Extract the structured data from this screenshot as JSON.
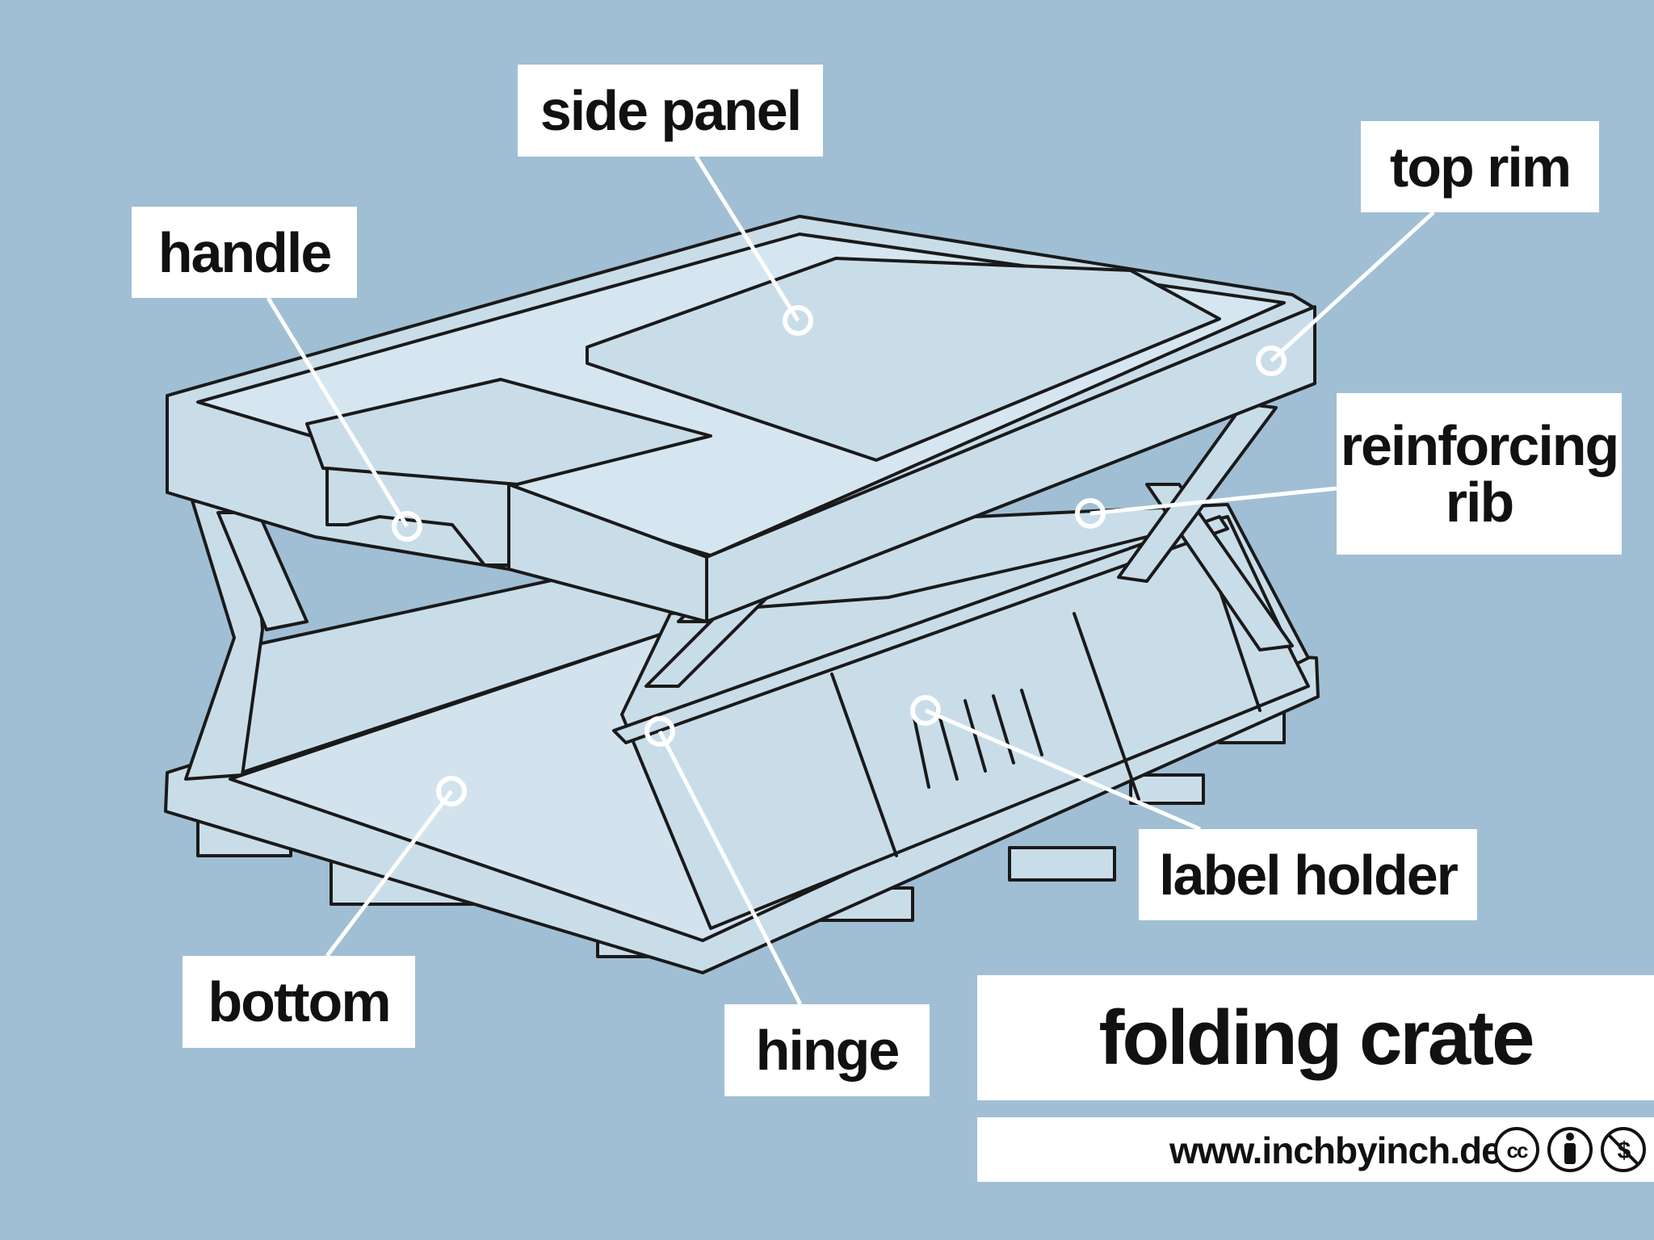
{
  "diagram": {
    "title": "folding crate",
    "website": "www.inchbyinch.de",
    "license_icons": [
      "cc-icon",
      "by-attribution-icon",
      "non-commercial-icon"
    ],
    "colors": {
      "background": "#a0bfd4",
      "label_background": "#ffffff",
      "text": "#111111",
      "crate_fill": "#c9dde9",
      "leader_line": "#ffffff"
    },
    "labels": {
      "side_panel": "side panel",
      "top_rim": "top rim",
      "handle": "handle",
      "reinforcing_rib_line1": "reinforcing",
      "reinforcing_rib_line2": "rib",
      "label_holder": "label holder",
      "bottom": "bottom",
      "hinge": "hinge"
    }
  }
}
